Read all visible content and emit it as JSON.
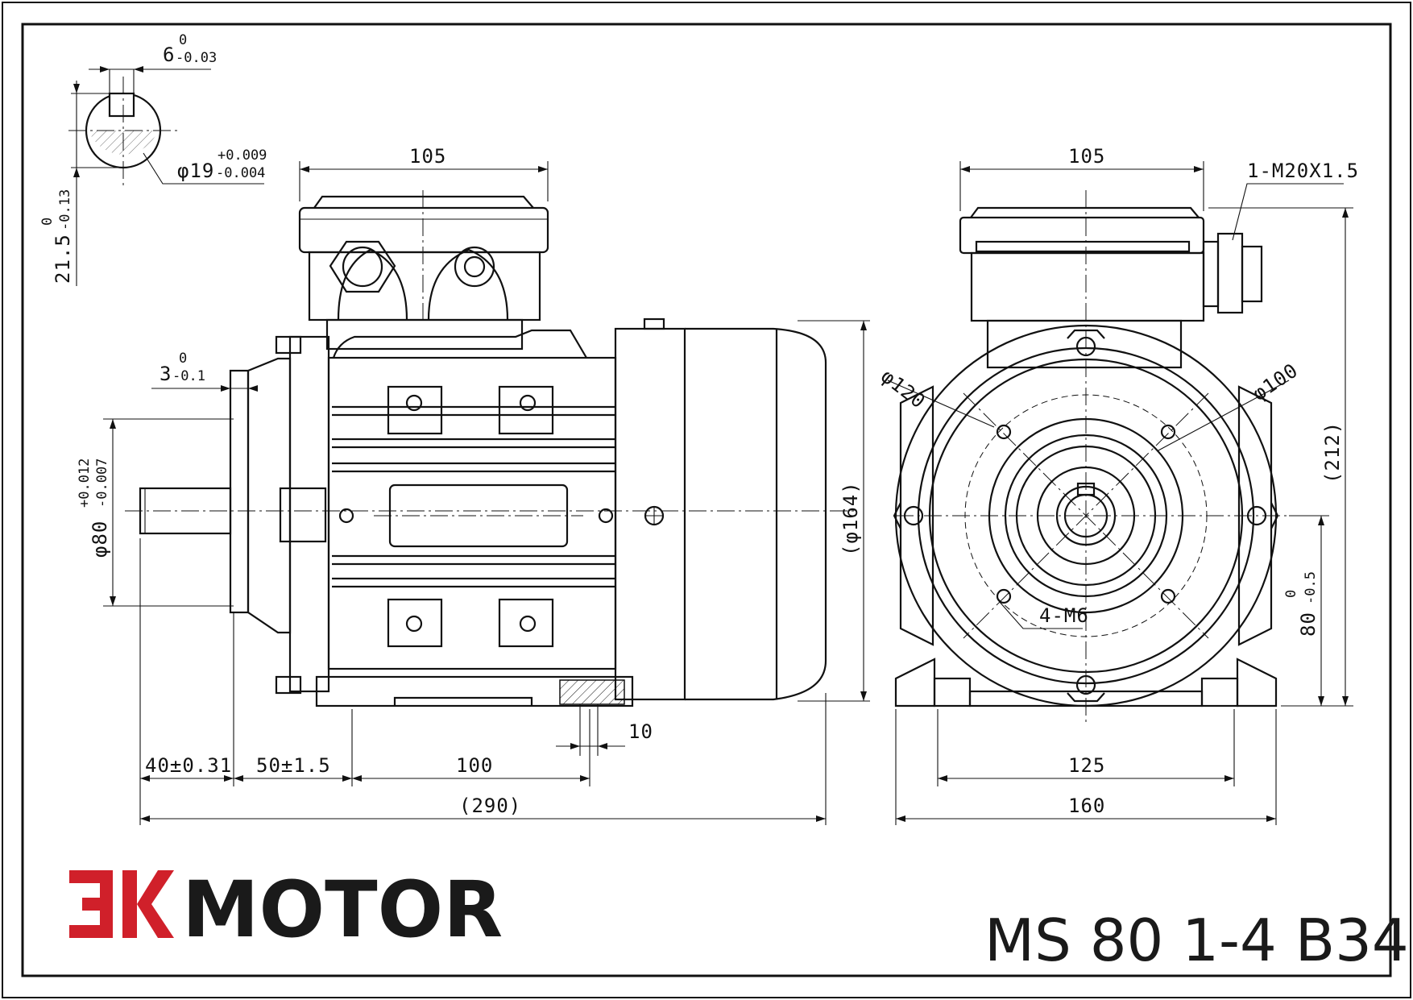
{
  "brand": {
    "mark": "EK",
    "name": "MOTOR",
    "mark_color": "#d0202a",
    "name_color": "#1a1a1a"
  },
  "model": "MS 80 1-4 B34",
  "dimensions": {
    "key_width": "6",
    "key_width_tol_upper": "0",
    "key_width_tol_lower": "-0.03",
    "shaft_dia": "φ19",
    "shaft_dia_tol_upper": "+0.009",
    "shaft_dia_tol_lower": "-0.004",
    "key_height": "21.5",
    "key_height_tol_upper": "0",
    "key_height_tol_lower": "-0.13",
    "terminal_box_width_side": "105",
    "terminal_box_width_front": "105",
    "cable_gland": "1-M20X1.5",
    "spigot_depth": "3",
    "spigot_tol_upper": "0",
    "spigot_tol_lower": "-0.1",
    "spigot_dia": "φ80",
    "spigot_dia_tol_upper": "+0.012",
    "spigot_dia_tol_lower": "-0.007",
    "frame_dia": "(φ164)",
    "flange_pcd_120": "φ120",
    "flange_pcd_100": "φ100",
    "overall_height": "(212)",
    "shaft_height": "80",
    "shaft_height_tol_upper": "0",
    "shaft_height_tol_lower": "-0.5",
    "tapped_holes": "4-M6",
    "foot_hole": "10",
    "shaft_length": "40±0.31",
    "shoulder_to_foot": "50±1.5",
    "foot_hole_spacing": "100",
    "overall_length": "(290)",
    "foot_hole_pitch_width": "125",
    "foot_width": "160"
  }
}
